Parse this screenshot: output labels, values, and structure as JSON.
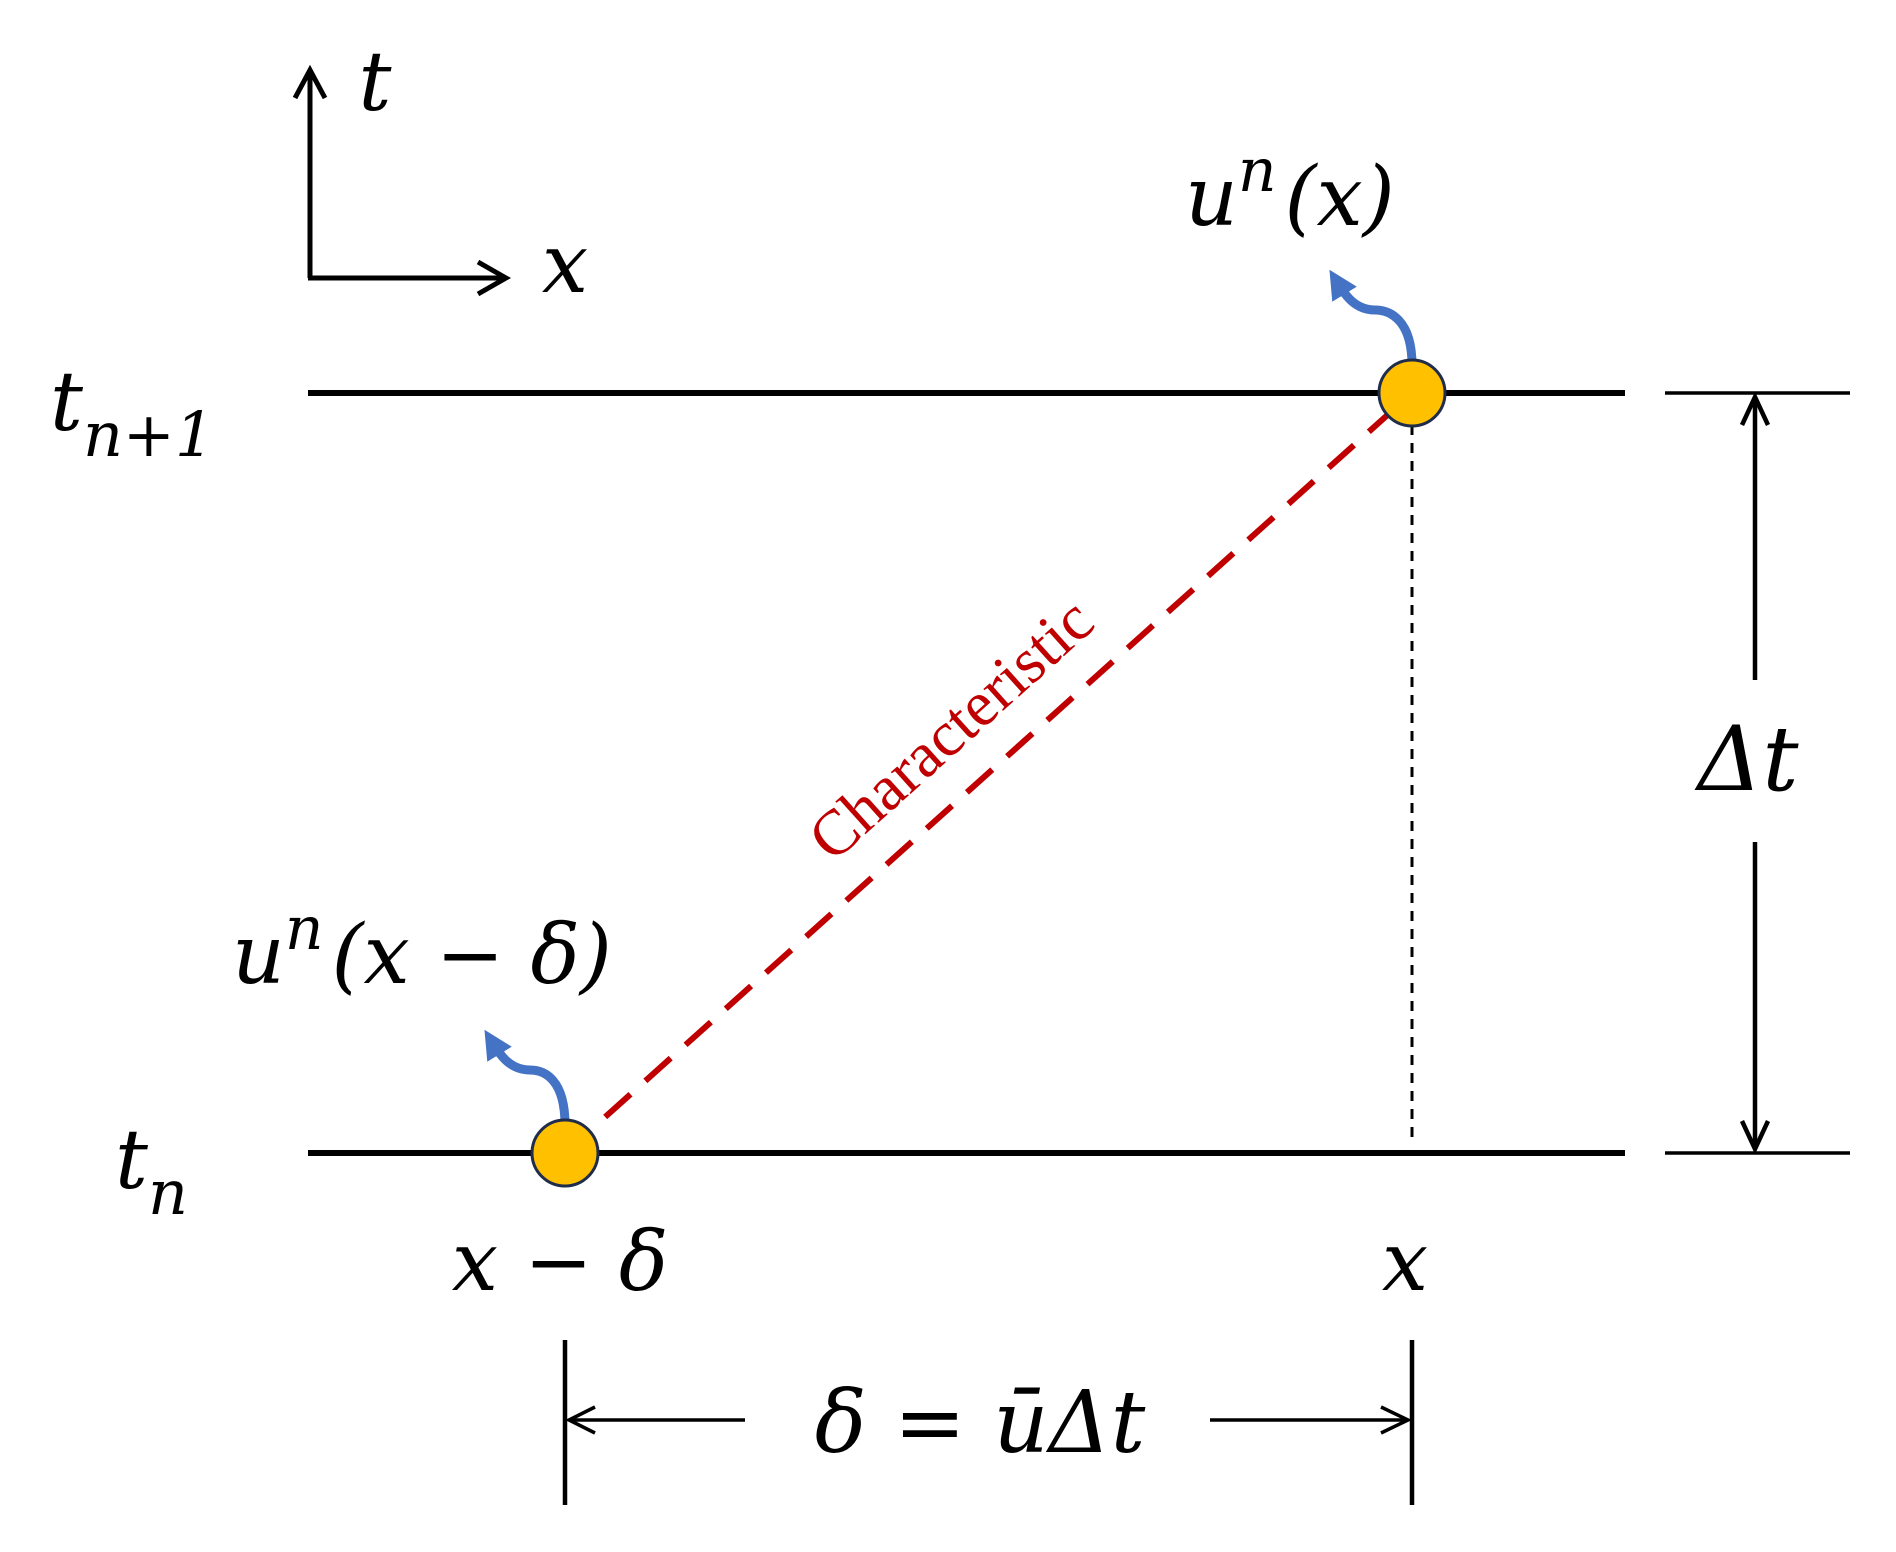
{
  "axes": {
    "t_label": "t",
    "x_label": "x"
  },
  "time_levels": {
    "upper": {
      "base": "t",
      "subscript": "n+1"
    },
    "lower": {
      "base": "t",
      "subscript": "n"
    }
  },
  "points": {
    "departure": {
      "value_base": "u",
      "value_sup": "n",
      "value_arg": "(x − δ)",
      "position_label": "x − δ"
    },
    "arrival": {
      "value_base": "u",
      "value_sup": "n",
      "value_arg": "(x)",
      "position_label": "x"
    }
  },
  "characteristic": {
    "label": "Characteristic"
  },
  "timestep": {
    "label": "Δt"
  },
  "displacement": {
    "label": "δ = ūΔt"
  },
  "colors": {
    "line": "#000000",
    "characteristic": "#c00000",
    "point_fill": "#ffc000",
    "point_stroke": "#1f2d4a",
    "curl_arrow": "#4472c4"
  }
}
